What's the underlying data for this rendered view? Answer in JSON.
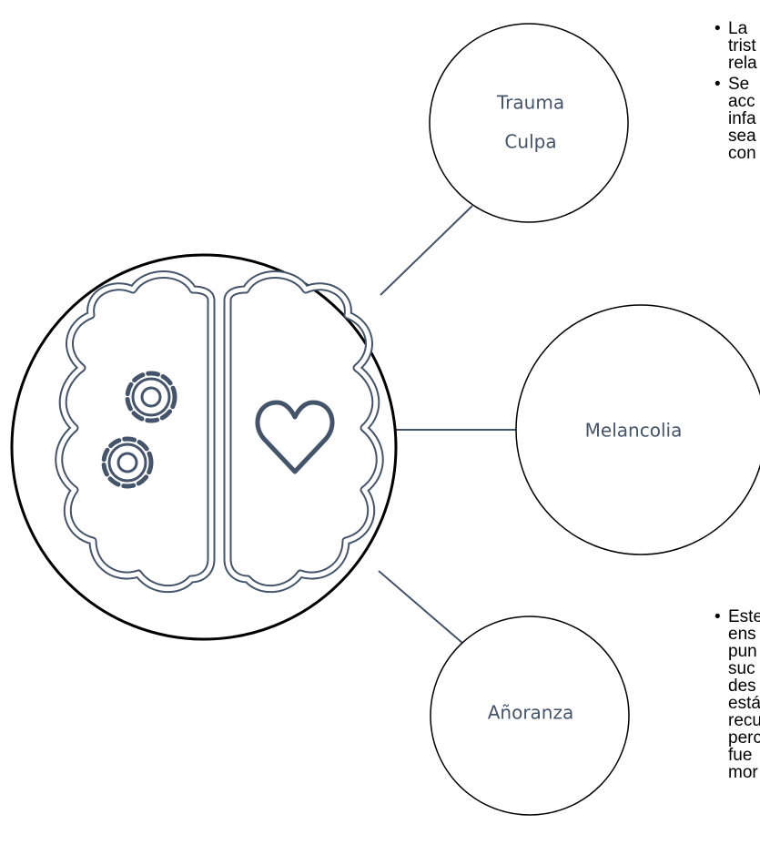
{
  "nodes": {
    "top": {
      "lines": [
        "Trauma",
        "Culpa"
      ]
    },
    "middle": {
      "label": "Melancolia"
    },
    "bottom": {
      "label": "Añoranza"
    }
  },
  "notes": {
    "top": [
      [
        "La",
        "trist",
        "rela"
      ],
      [
        "Se",
        "acc",
        "infa",
        "sea",
        "con"
      ]
    ],
    "bottom": [
      [
        "Este",
        "ens",
        "pun",
        "suc",
        "des",
        "está",
        "recu",
        "perc",
        "fue",
        "mor"
      ]
    ]
  },
  "colors": {
    "outline": "#000000",
    "connector": "#44546a",
    "icon": "#44546a",
    "label": "#44546a"
  },
  "icons": {
    "central": "brain-gears-heart-icon"
  }
}
